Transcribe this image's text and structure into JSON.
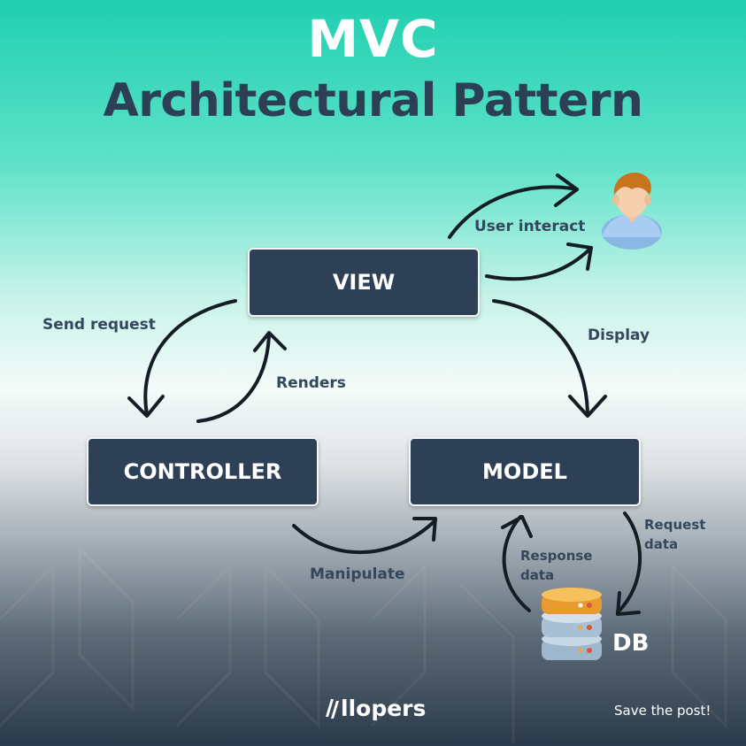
{
  "title": {
    "line1": "MVC",
    "line2": "Architectural Pattern"
  },
  "nodes": {
    "view": "VIEW",
    "controller": "CONTROLLER",
    "model": "MODEL",
    "db": "DB"
  },
  "edges": {
    "user_interact": "User interact",
    "send_request": "Send request",
    "renders": "Renders",
    "display": "Display",
    "manipulate": "Manipulate",
    "request_data": [
      "Request",
      "data"
    ],
    "response_data": [
      "Response",
      "data"
    ]
  },
  "footer": {
    "brand": "llopers",
    "cta": "Save the post!"
  },
  "colors": {
    "box_fill": "#2e4056",
    "box_text": "#ffffff",
    "label_text": "#34475c",
    "title_dark": "#2d3f54",
    "title_light": "#ffffff",
    "teal": "#20cfb0"
  },
  "icons": {
    "user": "user-avatar-icon",
    "database": "database-icon",
    "brand": "llopers-logo-icon"
  }
}
